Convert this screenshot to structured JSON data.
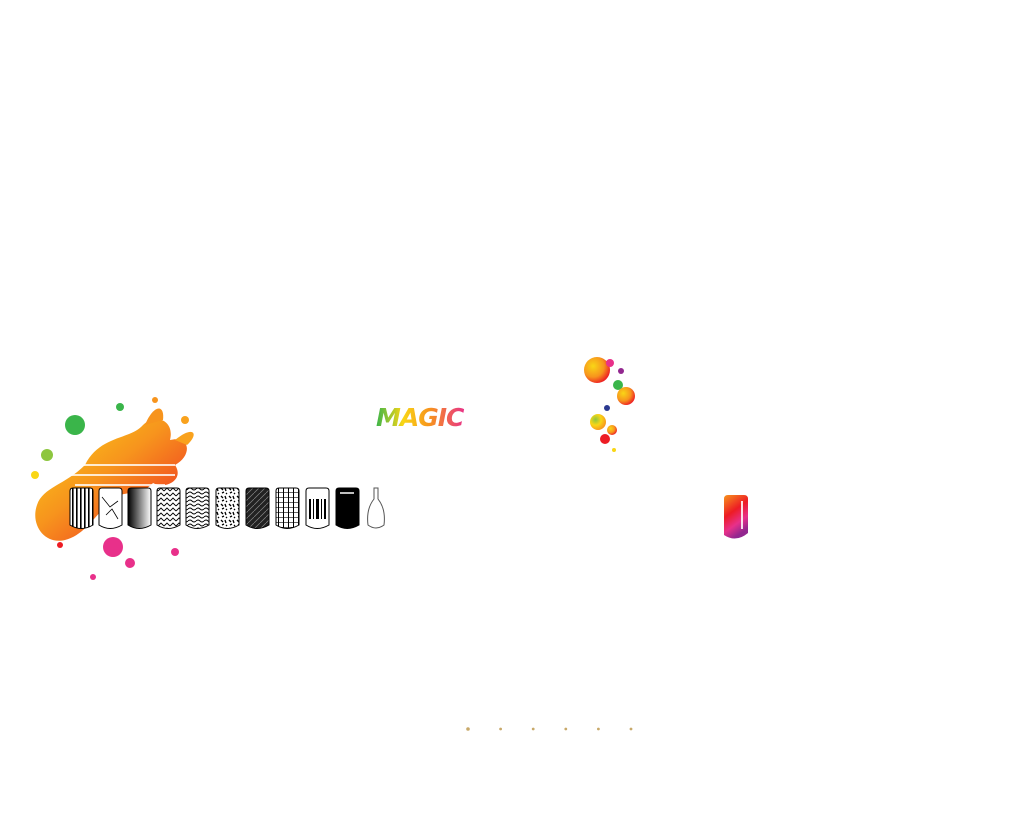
{
  "brand": {
    "word": "MAGIC",
    "palette": {
      "orange": "#f7941d",
      "yellow": "#f9d616",
      "green": "#3ab54a",
      "red": "#ed1c24",
      "magenta": "#e8308a",
      "purple": "#92278f",
      "blue": "#2b3990"
    }
  },
  "icons": {
    "splash": "paint-splash-icon",
    "bubbles": "color-bubbles-icon",
    "nail": "nail-tip-icon"
  },
  "nail_patterns": [
    "vertical-stripes",
    "cracked-lines",
    "black-gradient",
    "fine-zigzag",
    "wavy-lines",
    "leopard-spots",
    "dark-marble",
    "vertical-grid",
    "barcode",
    "solid-black",
    "bottle-outline"
  ],
  "carousel": {
    "slide_count": 6,
    "active_index": 0,
    "dot_color": "#c8a96a"
  }
}
